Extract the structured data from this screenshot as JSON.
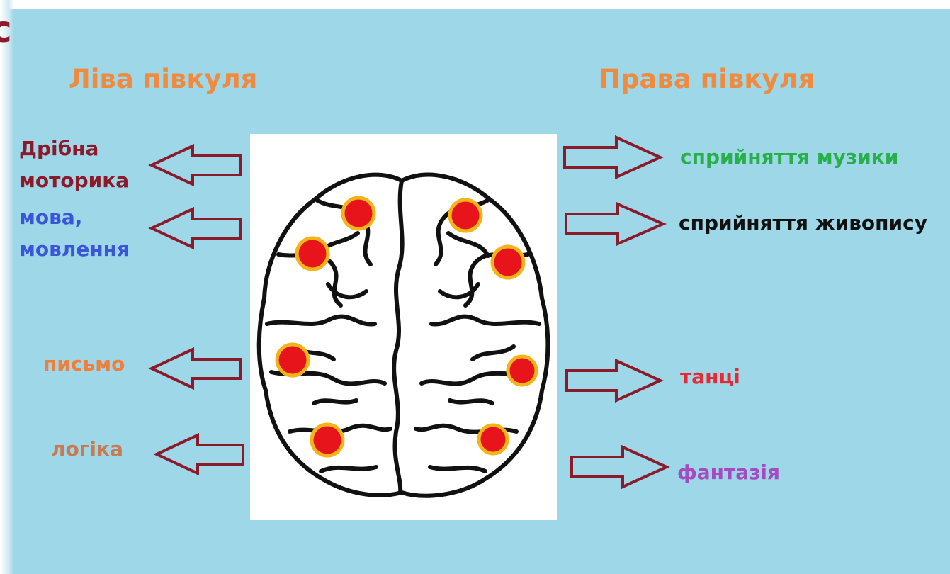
{
  "slide": {
    "corner_letter": "с",
    "left_title": "Ліва півкуля",
    "right_title": "Права півкуля",
    "left_labels": [
      {
        "text": "Дрібна",
        "color": "#8b1a2b"
      },
      {
        "text": "моторика",
        "color": "#8b1a2b"
      },
      {
        "text": "мова,",
        "color": "#3a55d6"
      },
      {
        "text": "мовлення",
        "color": "#3a55d6"
      },
      {
        "text": "письмо",
        "color": "#ef7f3a"
      },
      {
        "text": "логіка",
        "color": "#c87a50"
      }
    ],
    "right_labels": [
      {
        "text": "сприйняття музики",
        "color": "#27b04a"
      },
      {
        "text": "сприйняття живопису",
        "color": "#111111"
      },
      {
        "text": "танці",
        "color": "#e62a35"
      },
      {
        "text": "фантазія",
        "color": "#a64ac1"
      }
    ]
  },
  "style": {
    "background": "#9dd7e8",
    "title_color": "#ef8a3e",
    "arrow_color": "#8b1a2b",
    "dot_fill": "#e8141c",
    "dot_ring": "#f2b417",
    "icons": [
      "left-arrow-icon",
      "right-arrow-icon",
      "brain-icon",
      "brain-dot-icon"
    ]
  }
}
